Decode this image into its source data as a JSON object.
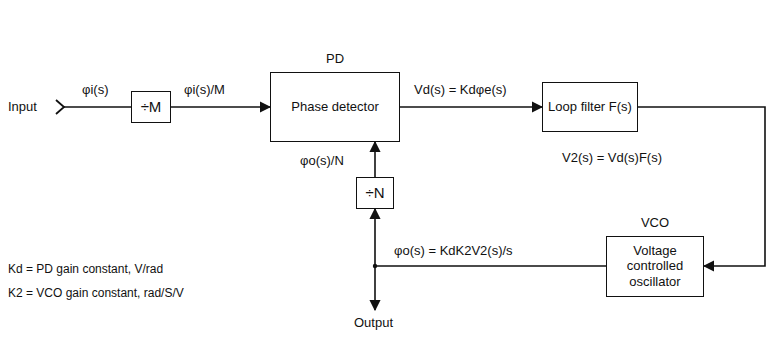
{
  "diagram": {
    "nodes": [
      {
        "text": [
          "÷M"
        ]
      },
      {
        "text": [
          "PD",
          "Phase detector"
        ]
      },
      {
        "text": [
          "Loop filter F(s)"
        ]
      },
      {
        "text": [
          "÷N"
        ]
      },
      {
        "text": [
          "VCO",
          "Voltage controlled oscillator"
        ]
      }
    ],
    "edges": [
      {
        "from": 0,
        "to": 1,
        "arrow": "to",
        "label": "φi(s)/M"
      },
      {
        "from": 1,
        "to": 2,
        "arrow": "to",
        "label": "Vd(s) = Kdφe(s)"
      },
      {
        "from": 2,
        "to": 4,
        "arrow": "to",
        "label": "V2(s) = Vd(s)F(s)"
      },
      {
        "from": 4,
        "to": 3,
        "arrow": "to",
        "label": "φo(s) = KdK2V2(s)/s"
      },
      {
        "from": 3,
        "to": 1,
        "arrow": "to",
        "label": "φo(s)/N"
      }
    ],
    "labels": [
      "Input",
      "φi(s)",
      "Kd = PD gain constant, V/rad",
      "K2 = VCO gain constant, rad/S/V",
      "Output"
    ]
  }
}
